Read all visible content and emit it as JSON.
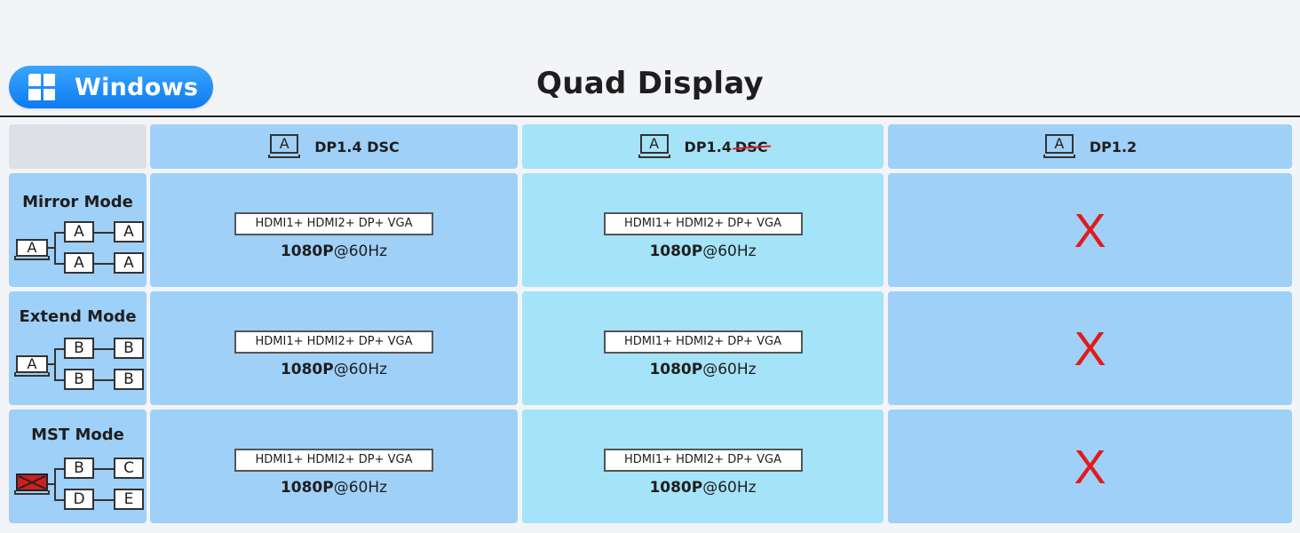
{
  "header": {
    "os_label": "Windows",
    "title": "Quad Display"
  },
  "columns": [
    {
      "label": "DP1.4 DSC",
      "icon_letter": "A",
      "strike": ""
    },
    {
      "label": "DP1.4",
      "icon_letter": "A",
      "strike": "DSC"
    },
    {
      "label": "DP1.2",
      "icon_letter": "A",
      "strike": ""
    }
  ],
  "rows": [
    {
      "mode": "Mirror Mode",
      "source": "A",
      "targets": [
        "A",
        "A",
        "A",
        "A"
      ]
    },
    {
      "mode": "Extend Mode",
      "source": "A",
      "targets": [
        "B",
        "B",
        "B",
        "B"
      ]
    },
    {
      "mode": "MST Mode",
      "source": "",
      "targets": [
        "B",
        "C",
        "D",
        "E"
      ]
    }
  ],
  "cells": {
    "spec": "HDMI1+ HDMI2+ DP+ VGA",
    "res_bold": "1080P",
    "res_rest": "@60Hz",
    "unsupported": "X"
  },
  "colors": {
    "accent": "#0d7bf0",
    "cell_blue": "#9fd0f8",
    "cell_cyan": "#a5e3f8",
    "unsupported_red": "#e01b1b"
  }
}
